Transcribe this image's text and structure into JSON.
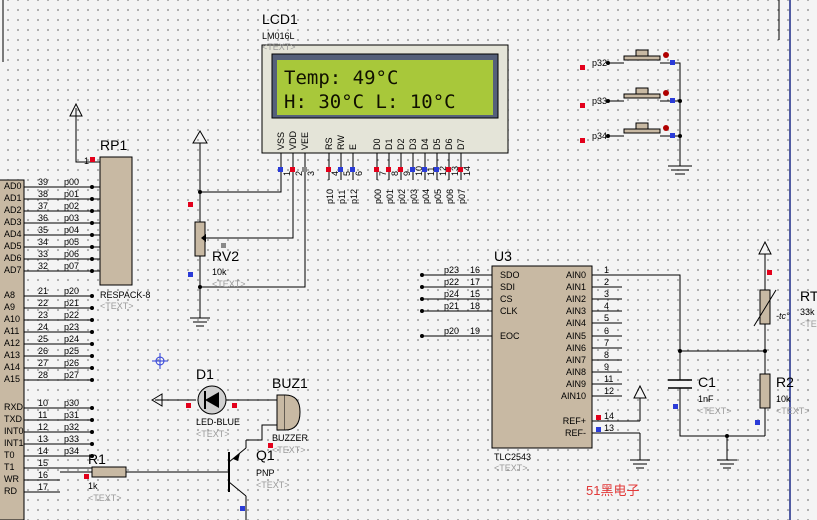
{
  "lcd": {
    "ref": "LCD1",
    "part": "LM016L",
    "text_tag": "<TEXT>",
    "line1": "Temp: 49°C",
    "line2": "H: 30°C L: 10°C",
    "pins": [
      "VSS",
      "VDD",
      "VEE",
      "RS",
      "RW",
      "E",
      "D0",
      "D1",
      "D2",
      "D3",
      "D4",
      "D5",
      "D6",
      "D7"
    ],
    "pin_numbers": [
      "1",
      "2",
      "3",
      "4",
      "5",
      "6",
      "7",
      "8",
      "9",
      "10",
      "11",
      "12",
      "13",
      "14"
    ],
    "nets": [
      "p10",
      "p11",
      "p12",
      "p00",
      "p01",
      "p02",
      "p03",
      "p04",
      "p05",
      "p06",
      "p07"
    ]
  },
  "rp1": {
    "ref": "RP1",
    "part": "RESPACK-8",
    "text_tag": "<TEXT>",
    "pin1": "1"
  },
  "rv2": {
    "ref": "RV2",
    "value": "10k",
    "text_tag": "<TEXT>"
  },
  "mcu": {
    "port0_labels": [
      "AD0",
      "AD1",
      "AD2",
      "AD3",
      "AD4",
      "AD5",
      "AD6",
      "AD7"
    ],
    "port0_pins": [
      "39",
      "38",
      "37",
      "36",
      "35",
      "34",
      "33",
      "32"
    ],
    "port0_nets": [
      "p00",
      "p01",
      "p02",
      "p03",
      "p04",
      "p05",
      "p06",
      "p07"
    ],
    "port2_labels": [
      "A8",
      "A9",
      "A10",
      "A11",
      "A12",
      "A13",
      "A14",
      "A15"
    ],
    "port2_pins": [
      "21",
      "22",
      "23",
      "24",
      "25",
      "26",
      "27",
      "28"
    ],
    "port2_nets": [
      "p20",
      "p21",
      "p22",
      "p23",
      "p24",
      "p25",
      "p26",
      "p27"
    ],
    "port3_labels": [
      "RXD",
      "TXD",
      "INT0",
      "INT1",
      "T0",
      "T1",
      "WR",
      "RD"
    ],
    "port3_pins": [
      "10",
      "11",
      "12",
      "13",
      "14",
      "15",
      "16",
      "17"
    ],
    "port3_nets": [
      "p30",
      "p31",
      "p32",
      "p33",
      "p34"
    ]
  },
  "d1": {
    "ref": "D1",
    "part": "LED-BLUE",
    "text_tag": "<TEXT>"
  },
  "buz1": {
    "ref": "BUZ1",
    "part": "BUZZER",
    "text_tag": "<TEXT>"
  },
  "q1": {
    "ref": "Q1",
    "part": "PNP",
    "text_tag": "<TEXT>"
  },
  "r1": {
    "ref": "R1",
    "value": "1k",
    "text_tag": "<TEXT>"
  },
  "u3": {
    "ref": "U3",
    "part": "TLC2543",
    "text_tag": "<TEXT>",
    "left_pins": [
      "SDO",
      "SDI",
      "CS",
      "CLK",
      "EOC"
    ],
    "left_pin_numbers": [
      "16",
      "17",
      "15",
      "18",
      "19"
    ],
    "left_nets": [
      "p23",
      "p22",
      "p24",
      "p21",
      "p20"
    ],
    "right_pins": [
      "AIN0",
      "AIN1",
      "AIN2",
      "AIN3",
      "AIN4",
      "AIN5",
      "AIN6",
      "AIN7",
      "AIN8",
      "AIN9",
      "AIN10",
      "REF+",
      "REF-"
    ],
    "right_pin_numbers": [
      "1",
      "2",
      "3",
      "4",
      "5",
      "6",
      "7",
      "8",
      "9",
      "11",
      "12",
      "14",
      "13"
    ]
  },
  "c1": {
    "ref": "C1",
    "value": "1nF",
    "text_tag": "<TEXT>"
  },
  "r2": {
    "ref": "R2",
    "value": "10k",
    "text_tag": "<TEXT>"
  },
  "rt": {
    "ref": "RT",
    "value": "33k",
    "tc": "-tc°",
    "text_tag": "<TEX"
  },
  "buttons": {
    "nets": [
      "p32",
      "p33",
      "p34"
    ]
  },
  "watermark": "51黑电子",
  "colors": {
    "wire": "#000000",
    "pin_red": "#e3001b",
    "pin_blue": "#2a3bd8",
    "pin_gray": "#8a8a8a",
    "component_fill": "#c8b9a3",
    "lcd_bg": "#a8c83a",
    "lcd_frame": "#e0e0d0",
    "led": "#cc1a1a"
  }
}
